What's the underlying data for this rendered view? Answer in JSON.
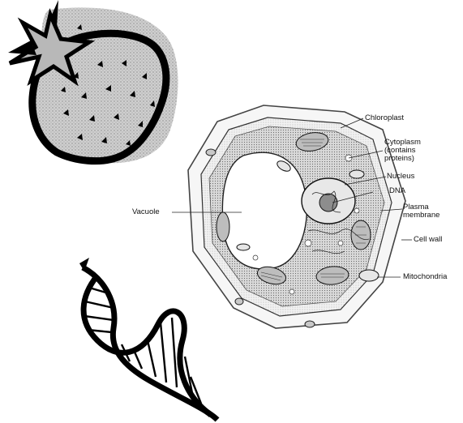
{
  "diagram": {
    "labels": {
      "chloroplast": "Chloroplast",
      "cytoplasm_line1": "Cytoplasm",
      "cytoplasm_line2": "(contains",
      "cytoplasm_line3": "proteins)",
      "nucleus": "Nucleus",
      "dna": "DNA",
      "plasma_line1": "Plasma",
      "plasma_line2": "membrane",
      "cell_wall": "Cell wall",
      "mitochondria": "Mitochondria",
      "vacuole": "Vacuole"
    },
    "icons": [
      "strawberry-icon",
      "plant-cell-illustration",
      "dna-double-helix-icon"
    ]
  }
}
